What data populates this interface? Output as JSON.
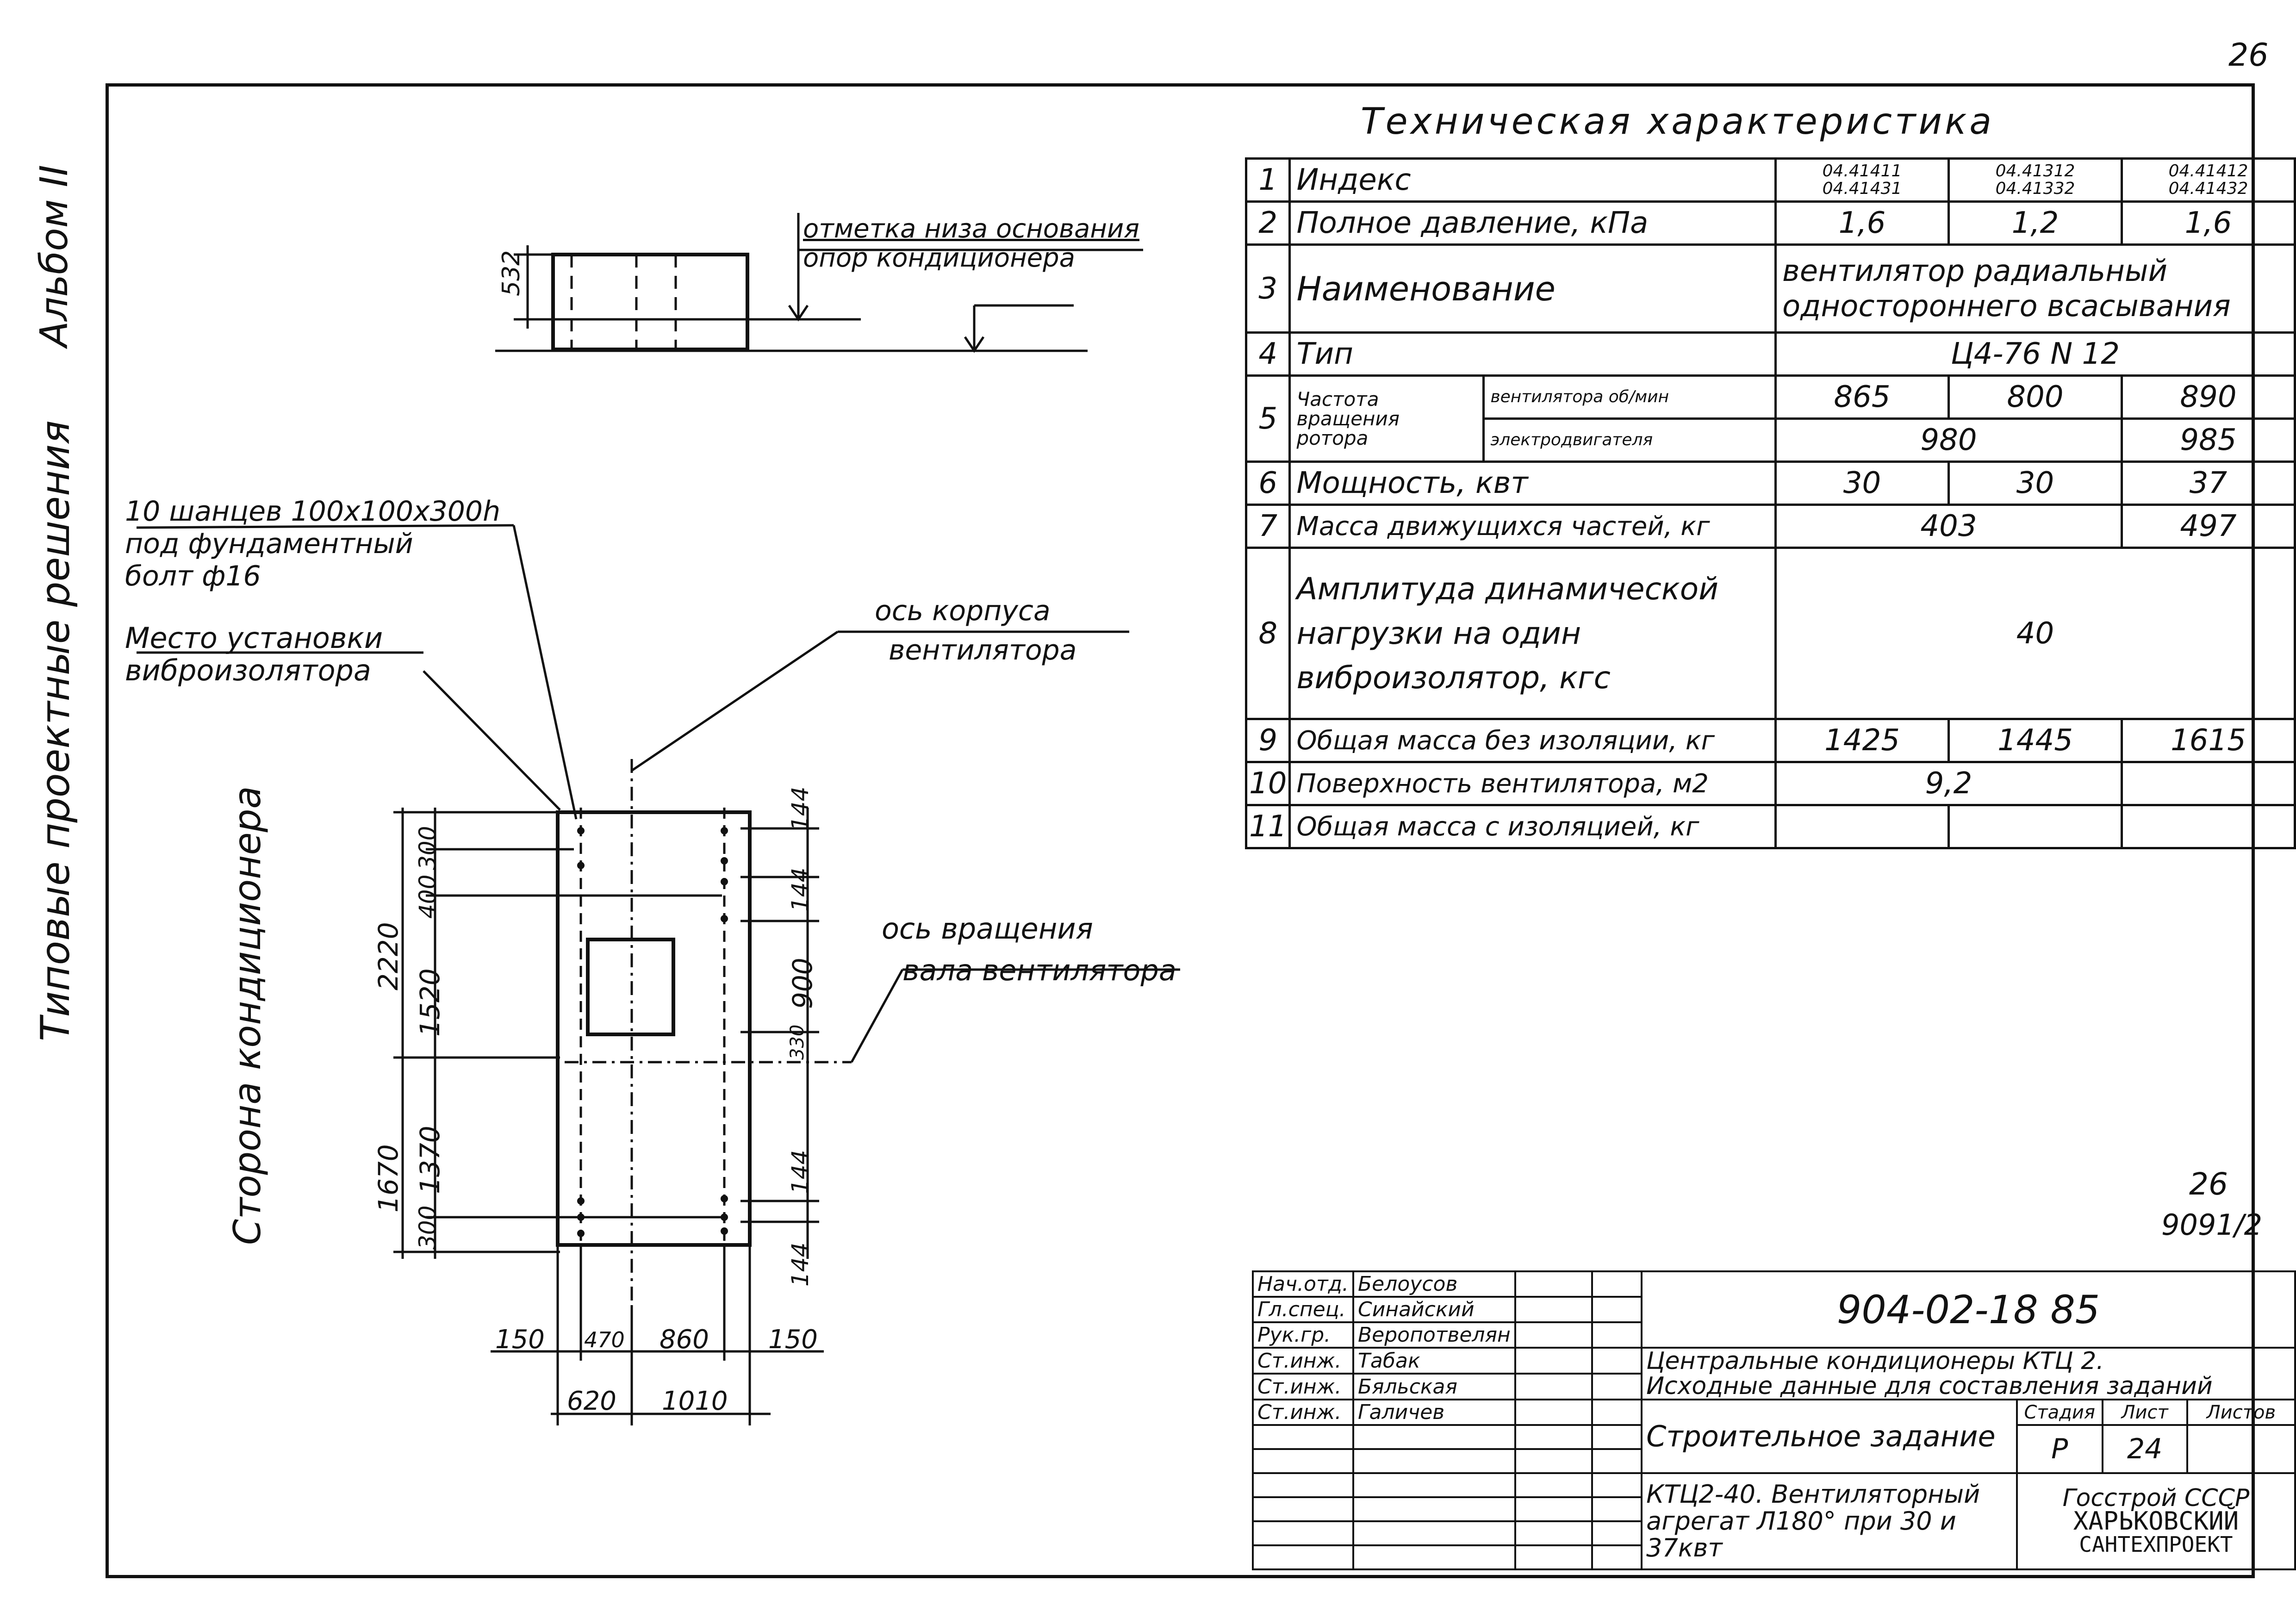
{
  "corner_sheet_no": "26",
  "side_labels": {
    "album": "Альбом II",
    "series": "Типовые проектные решения",
    "conditioner_side": "Сторона кондиционера"
  },
  "elevation": {
    "label_line1": "отметка низа основания",
    "label_line2": "опор кондиционера",
    "dim_height": "532"
  },
  "plan": {
    "note_bolts_line1": "10 шанцев 100x100x300h",
    "note_bolts_line2": "под фундаментный",
    "note_bolts_line3": "болт ф16",
    "note_iso_line1": "Место установки",
    "note_iso_line2": "виброизолятора",
    "axis_body_line1": "ось корпуса",
    "axis_body_line2": "вентилятора",
    "axis_rot_line1": "ось вращения",
    "axis_rot_line2": "вала вентилятора",
    "dims_left": [
      "2220",
      "400",
      "300",
      "1520",
      "1670",
      "1370",
      "300"
    ],
    "dims_right": [
      "144",
      "144",
      "900",
      "330",
      "144",
      "144"
    ],
    "dims_bottom_row1": [
      "150",
      "470",
      "860",
      "150"
    ],
    "dims_bottom_row2": [
      "620",
      "1010"
    ]
  },
  "spec": {
    "title": "Техническая характеристика",
    "rows": [
      {
        "n": "1",
        "name": "Индекс",
        "v1": "04.41411 04.41431",
        "v2": "04.41312 04.41332",
        "v3": "04.41412 04.41432"
      },
      {
        "n": "2",
        "name": "Полное давление, кПа",
        "v1": "1,6",
        "v2": "1,2",
        "v3": "1,6"
      },
      {
        "n": "3",
        "name": "Наименование",
        "merged": "вентилятор радиальный одностороннего всасывания"
      },
      {
        "n": "4",
        "name": "Тип",
        "merged": "Ц4-76 N 12"
      },
      {
        "n": "5",
        "name": "Частота вращения ротора",
        "sub1": "вентилятора об/мин",
        "sub2": "электродвигателя",
        "v1": "865",
        "v2": "800",
        "v3": "890",
        "m12": "980",
        "v3b": "985"
      },
      {
        "n": "6",
        "name": "Мощность, квт",
        "v1": "30",
        "v2": "30",
        "v3": "37"
      },
      {
        "n": "7",
        "name": "Масса движущихся частей, кг",
        "m12": "403",
        "v3": "497"
      },
      {
        "n": "8",
        "name": "Амплитуда динамической нагрузки на один виброизолятор, кгс",
        "merged": "40"
      },
      {
        "n": "9",
        "name": "Общая масса без изоляции, кг",
        "v1": "1425",
        "v2": "1445",
        "v3": "1615"
      },
      {
        "n": "10",
        "name": "Поверхность вентилятора, м2",
        "m12": "9,2",
        "v3": ""
      },
      {
        "n": "11",
        "name": "Общая масса с изоляцией, кг",
        "v1": "",
        "v2": "",
        "v3": ""
      }
    ]
  },
  "sheet_mark": {
    "line1": "26",
    "line2": "9091/2"
  },
  "titleblock": {
    "doc_code": "904-02-18 85",
    "title_line1": "Центральные кондиционеры КТЦ 2.",
    "title_line2": "Исходные данные для составления заданий",
    "section": "Строительное задание",
    "stage_h": "Стадия",
    "sheet_h": "Лист",
    "sheets_h": "Листов",
    "stage": "Р",
    "sheet": "24",
    "sheets": "",
    "drawing_line1": "КТЦ2-40. Вентиляторный",
    "drawing_line2": "агрегат Л180° при 30 и 37квт",
    "org_line1": "Госстрой СССР",
    "org_line2": "ХАРЬКОВСКИЙ",
    "org_line3": "САНТЕХПРОЕКТ",
    "staff": [
      {
        "role": "Нач.отд.",
        "name": "Белоусов"
      },
      {
        "role": "Гл.спец.",
        "name": "Синайский"
      },
      {
        "role": "Рук.гр.",
        "name": "Веропотвелян"
      },
      {
        "role": "Ст.инж.",
        "name": "Табак"
      },
      {
        "role": "Ст.инж.",
        "name": "Бяльская"
      },
      {
        "role": "Ст.инж.",
        "name": "Галичев"
      }
    ]
  }
}
